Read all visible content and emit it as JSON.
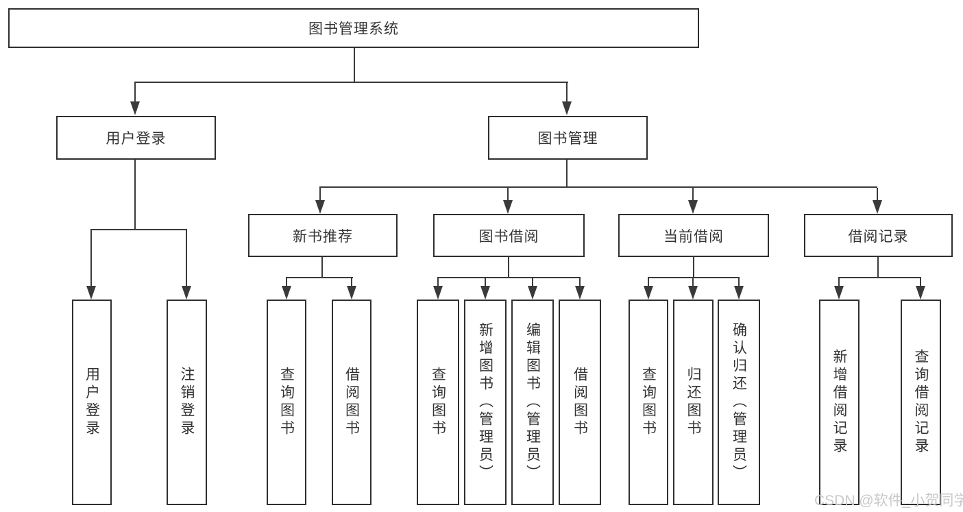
{
  "diagram": {
    "root": "图书管理系统",
    "branches": [
      {
        "label": "用户登录",
        "leaves": [
          "用户登录",
          "注销登录"
        ]
      },
      {
        "label": "图书管理",
        "children": [
          {
            "label": "新书推荐",
            "leaves": [
              "查询图书",
              "借阅图书"
            ]
          },
          {
            "label": "图书借阅",
            "leaves": [
              "查询图书",
              "新增图书（管理员）",
              "编辑图书（管理员）",
              "借阅图书"
            ]
          },
          {
            "label": "当前借阅",
            "leaves": [
              "查询图书",
              "归还图书",
              "确认归还（管理员）"
            ]
          },
          {
            "label": "借阅记录",
            "leaves": [
              "新增借阅记录",
              "查询借阅记录"
            ]
          }
        ]
      }
    ]
  },
  "watermark": "CSDN @软件_小贺同学",
  "colors": {
    "line": "#3a3a3a",
    "box_border": "#2f2f2f",
    "text": "#333333",
    "watermark": "#c9c9c9",
    "background": "#ffffff"
  }
}
